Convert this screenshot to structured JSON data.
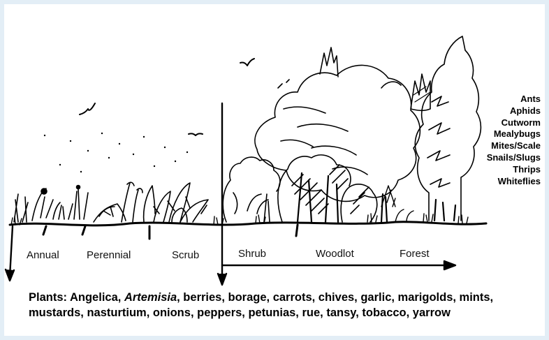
{
  "stages": [
    "Annual",
    "Perennial",
    "Scrub",
    "Shrub",
    "Woodlot",
    "Forest"
  ],
  "pests": [
    "Ants",
    "Aphids",
    "Cutworm",
    "Mealybugs",
    "Mites/Scale",
    "Snails/Slugs",
    "Thrips",
    "Whiteflies"
  ],
  "plants": {
    "prefix": "Plants: Angelica, ",
    "italic": "Artemisia",
    "suffix": ", berries, borage, carrots, chives, garlic, marigolds, mints, mustards, nasturtium, onions, peppers, petunias, rue, tansy, tobacco, yarrow"
  }
}
